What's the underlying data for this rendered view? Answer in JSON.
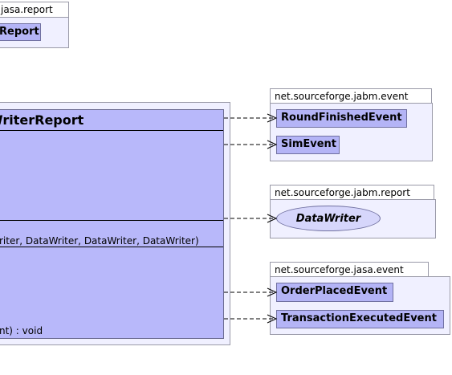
{
  "packages": {
    "jasa_report": {
      "label": "jasa.report",
      "class_name": "Report"
    },
    "jabm_event": {
      "label": "net.sourceforge.jabm.event",
      "classes": [
        "RoundFinishedEvent",
        "SimEvent"
      ]
    },
    "jabm_report": {
      "label": "net.sourceforge.jabm.report",
      "interface": "DataWriter"
    },
    "jasa_event": {
      "label": "net.sourceforge.jasa.event",
      "classes": [
        "OrderPlacedEvent",
        "TransactionExecutedEvent"
      ]
    }
  },
  "main_class": {
    "title": "WriterReport",
    "constructor": "riter, DataWriter, DataWriter, DataWriter)",
    "method": "nt) : void"
  },
  "colors": {
    "class_fill": "#b4b4f6",
    "main_fill": "#b8b8fa",
    "package_fill": "#f0f0ff",
    "interface_fill": "#d6d6fb"
  }
}
